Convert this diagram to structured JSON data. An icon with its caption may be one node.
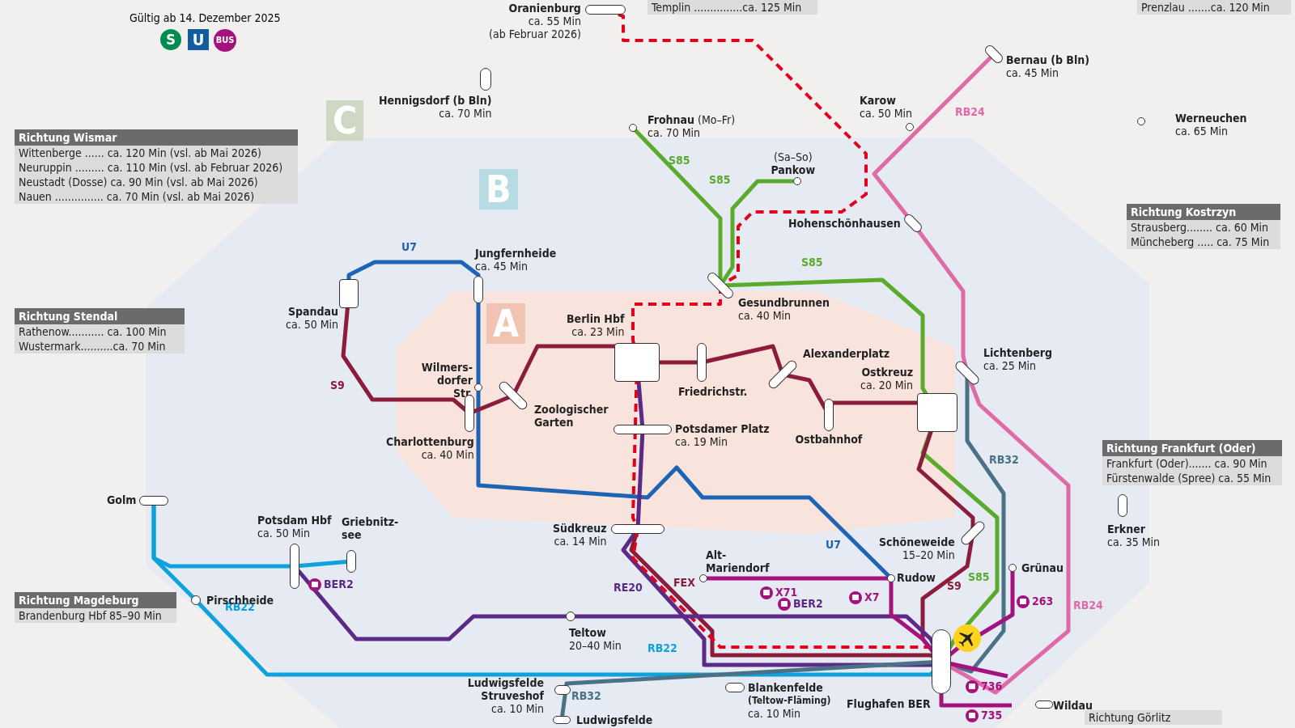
{
  "diagram": {
    "nodes": [
      {
        "text": [
          "Oranienburg"
        ],
        "beside": [
          "ca. 55 Min",
          "(ab Februar 2026)"
        ]
      },
      {
        "text": [
          "Hennigsdorf (b Bln)"
        ],
        "beside": [
          "ca. 70 Min"
        ]
      },
      {
        "text": [
          "Frohnau"
        ],
        "beside": [
          "(Mo–Fr)",
          "ca. 70 Min"
        ]
      },
      {
        "text": [
          "Pankow"
        ],
        "beside": [
          "(Sa–So)"
        ]
      },
      {
        "text": [
          "Karow"
        ],
        "beside": [
          "ca. 50 Min"
        ]
      },
      {
        "text": [
          "Bernau (b Bln)"
        ],
        "beside": [
          "ca. 45 Min"
        ]
      },
      {
        "text": [
          "Werneuchen"
        ],
        "beside": [
          "ca. 65 Min"
        ]
      },
      {
        "text": [
          "Hohenschönhausen"
        ]
      },
      {
        "text": [
          "Gesundbrunnen"
        ],
        "beside": [
          "ca. 40 Min"
        ]
      },
      {
        "text": [
          "Jungfernheide"
        ],
        "beside": [
          "ca. 45 Min"
        ]
      },
      {
        "text": [
          "Spandau"
        ],
        "beside": [
          "ca. 50 Min"
        ]
      },
      {
        "text": [
          "Berlin Hbf"
        ],
        "beside": [
          "ca. 23 Min"
        ]
      },
      {
        "text": [
          "Friedrichstr."
        ]
      },
      {
        "text": [
          "Alexanderplatz"
        ]
      },
      {
        "text": [
          "Wilmers- dorfer Str."
        ]
      },
      {
        "text": [
          "Zoologischer Garten"
        ]
      },
      {
        "text": [
          "Charlottenburg"
        ],
        "beside": [
          "ca. 40 Min"
        ]
      },
      {
        "text": [
          "Ostkreuz"
        ],
        "beside": [
          "ca. 20 Min"
        ]
      },
      {
        "text": [
          "Ostbahnhof"
        ]
      },
      {
        "text": [
          "Lichtenberg"
        ],
        "beside": [
          "ca. 25 Min"
        ]
      },
      {
        "text": [
          "Potsdamer Platz"
        ],
        "beside": [
          "ca. 19 Min"
        ]
      },
      {
        "text": [
          "Golm"
        ]
      },
      {
        "text": [
          "Potsdam Hbf"
        ],
        "beside": [
          "ca. 50 Min"
        ]
      },
      {
        "text": [
          "Griebnitz- see"
        ]
      },
      {
        "text": [
          "Pirschheide"
        ]
      },
      {
        "text": [
          "Südkreuz"
        ],
        "beside": [
          "ca. 14 Min"
        ]
      },
      {
        "text": [
          "Alt- Mariendorf"
        ]
      },
      {
        "text": [
          "Rudow"
        ]
      },
      {
        "text": [
          "Schöneweide"
        ],
        "beside": [
          "15–20 Min"
        ]
      },
      {
        "text": [
          "Grünau"
        ]
      },
      {
        "text": [
          "Teltow"
        ],
        "beside": [
          "20–40 Min"
        ]
      },
      {
        "text": [
          "Flughafen BER"
        ]
      },
      {
        "text": [
          "Ludwigsfelde Struveshof"
        ],
        "beside": [
          "ca. 10 Min"
        ]
      },
      {
        "text": [
          "Blankenfelde",
          "(Teltow-Fläming)"
        ],
        "beside": [
          "ca. 10 Min"
        ]
      },
      {
        "text": [
          "Wildau"
        ]
      },
      {
        "text": [
          "Ludwigsfelde"
        ]
      },
      {
        "text": [
          "Erkner"
        ],
        "beside": [
          "ca. 35 Min"
        ]
      },
      {
        "text": [
          "Richtung Wismar",
          "Wittenberge ...... ca. 120 Min (vsl. ab Mai 2026)",
          "Neuruppin ......... ca. 110 Min (vsl. ab Februar 2026)",
          "Neustadt (Dosse) ca. 90 Min (vsl. ab Mai 2026)",
          "Nauen ............... ca. 70 Min (vsl. ab Mai 2026)"
        ]
      },
      {
        "text": [
          "Richtung Stendal",
          "Rathenow........... ca. 100 Min",
          "Wustermark..........ca. 70 Min"
        ]
      },
      {
        "text": [
          "Richtung Magdeburg",
          "Brandenburg Hbf 85–90 Min"
        ]
      },
      {
        "text": [
          "Richtung Kostrzyn",
          "Strausberg........ ca. 60 Min",
          "Müncheberg ..... ca. 75 Min"
        ]
      },
      {
        "text": [
          "Richtung Frankfurt (Oder)",
          "Frankfurt (Oder)....... ca. 90 Min",
          "Fürstenwalde (Spree) ca. 55 Min"
        ]
      },
      {
        "text": [
          "Richtung Görlitz"
        ]
      },
      {
        "text": [
          "Templin ...............ca. 125 Min"
        ]
      },
      {
        "text": [
          "Prenzlau .......ca. 120 Min"
        ]
      }
    ],
    "edges": [
      {
        "from": 2,
        "to": 8,
        "arrow": "none",
        "label": "S85",
        "color": "#5aaa2c"
      },
      {
        "from": 3,
        "to": 8,
        "arrow": "none",
        "label": "S85",
        "color": "#5aaa2c"
      },
      {
        "from": 8,
        "to": 17,
        "arrow": "none",
        "label": "S85",
        "color": "#5aaa2c"
      },
      {
        "from": 17,
        "to": 31,
        "arrow": "none",
        "label": "S85",
        "color": "#5aaa2c"
      },
      {
        "from": 10,
        "to": 9,
        "arrow": "none",
        "label": "U7",
        "color": "#1e64b4"
      },
      {
        "from": 9,
        "to": 14,
        "arrow": "none",
        "color": "#1e64b4"
      },
      {
        "from": 14,
        "to": 27,
        "arrow": "none",
        "label": "U7",
        "color": "#1e64b4"
      },
      {
        "from": 10,
        "to": 16,
        "arrow": "none",
        "label": "S9",
        "color": "#8c1c3c"
      },
      {
        "from": 16,
        "to": 15,
        "arrow": "none",
        "color": "#8c1c3c"
      },
      {
        "from": 15,
        "to": 11,
        "arrow": "none",
        "color": "#8c1c3c"
      },
      {
        "from": 11,
        "to": 12,
        "arrow": "none",
        "color": "#8c1c3c"
      },
      {
        "from": 12,
        "to": 13,
        "arrow": "none",
        "color": "#8c1c3c"
      },
      {
        "from": 13,
        "to": 18,
        "arrow": "none",
        "color": "#8c1c3c"
      },
      {
        "from": 18,
        "to": 17,
        "arrow": "none",
        "color": "#8c1c3c"
      },
      {
        "from": 17,
        "to": 28,
        "arrow": "none",
        "color": "#8c1c3c"
      },
      {
        "from": 28,
        "to": 31,
        "arrow": "none",
        "label": "S9",
        "color": "#8c1c3c"
      },
      {
        "from": 19,
        "to": 31,
        "arrow": "none",
        "label": "RB32",
        "color": "#4a7286"
      },
      {
        "from": 11,
        "to": 20,
        "arrow": "none",
        "color": "#5b2a86"
      },
      {
        "from": 20,
        "to": 25,
        "arrow": "none",
        "color": "#5b2a86"
      },
      {
        "from": 25,
        "to": 31,
        "arrow": "none",
        "label": "RE20",
        "color": "#5b2a86"
      },
      {
        "from": 25,
        "to": 31,
        "arrow": "none",
        "label": "FEX",
        "color": "#8c1c3c"
      },
      {
        "from": 0,
        "to": 8,
        "arrow": "none",
        "style": "dashed",
        "color": "#e2001a"
      },
      {
        "from": 8,
        "to": 11,
        "arrow": "none",
        "style": "dashed",
        "color": "#e2001a"
      },
      {
        "from": 11,
        "to": 25,
        "arrow": "none",
        "style": "dashed",
        "color": "#e2001a"
      },
      {
        "from": 25,
        "to": 31,
        "arrow": "none",
        "style": "dashed",
        "color": "#e2001a"
      },
      {
        "from": 21,
        "to": 24,
        "arrow": "none",
        "label": "RB22",
        "color": "#0ea1dc"
      },
      {
        "from": 24,
        "to": 31,
        "arrow": "none",
        "label": "RB22",
        "color": "#0ea1dc"
      },
      {
        "from": 21,
        "to": 22,
        "arrow": "none",
        "color": "#0ea1dc"
      },
      {
        "from": 22,
        "to": 23,
        "arrow": "none",
        "color": "#0ea1dc"
      },
      {
        "from": 22,
        "to": 30,
        "arrow": "none",
        "label": "BER2",
        "color": "#5b2a86"
      },
      {
        "from": 30,
        "to": 31,
        "arrow": "none",
        "label": "BER2",
        "color": "#5b2a86"
      },
      {
        "from": 26,
        "to": 27,
        "arrow": "none",
        "label": "X71",
        "color": "#a4127e"
      },
      {
        "from": 27,
        "to": 31,
        "arrow": "none",
        "label": "X7",
        "color": "#a4127e"
      },
      {
        "from": 29,
        "to": 31,
        "arrow": "none",
        "label": "263",
        "color": "#a4127e"
      },
      {
        "from": 5,
        "to": 7,
        "arrow": "none",
        "label": "RB24",
        "color": "#e06aa8"
      },
      {
        "from": 7,
        "to": 19,
        "arrow": "none",
        "color": "#e06aa8"
      },
      {
        "from": 19,
        "to": 31,
        "arrow": "none",
        "label": "RB24",
        "color": "#e06aa8"
      },
      {
        "from": 31,
        "to": 35,
        "arrow": "none",
        "label": "RB32",
        "color": "#4a7286"
      },
      {
        "from": 31,
        "to": null,
        "arrow": "none",
        "label": "736",
        "color": "#a4127e"
      },
      {
        "from": 31,
        "to": null,
        "arrow": "none",
        "label": "735",
        "color": "#a4127e"
      }
    ],
    "labels": [
      "Gültig ab 14. Dezember 2025",
      "S",
      "U",
      "BUS",
      "C",
      "B",
      "A"
    ]
  }
}
